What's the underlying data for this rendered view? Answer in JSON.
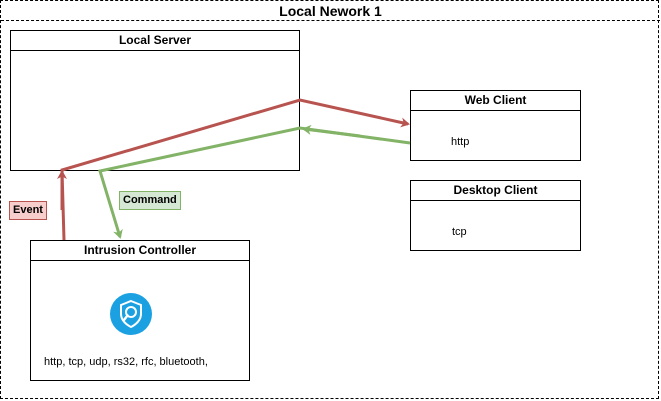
{
  "network": {
    "title": "Local Nework 1"
  },
  "nodes": {
    "local_server": {
      "title": "Local Server"
    },
    "web_client": {
      "title": "Web Client",
      "protocol": "http"
    },
    "desktop_client": {
      "title": "Desktop Client",
      "protocol": "tcp"
    },
    "intrusion_controller": {
      "title": "Intrusion Controller",
      "protocols": "http, tcp, udp, rs32, rfc, bluetooth,",
      "icon": "shield-search-icon"
    }
  },
  "edges": {
    "event": {
      "label": "Event",
      "color": "#b85450",
      "fill": "#f8cecc"
    },
    "command": {
      "label": "Command",
      "color": "#82b366",
      "fill": "#d5e8d4"
    }
  },
  "colors": {
    "icon_blue": "#1ba1e2"
  }
}
